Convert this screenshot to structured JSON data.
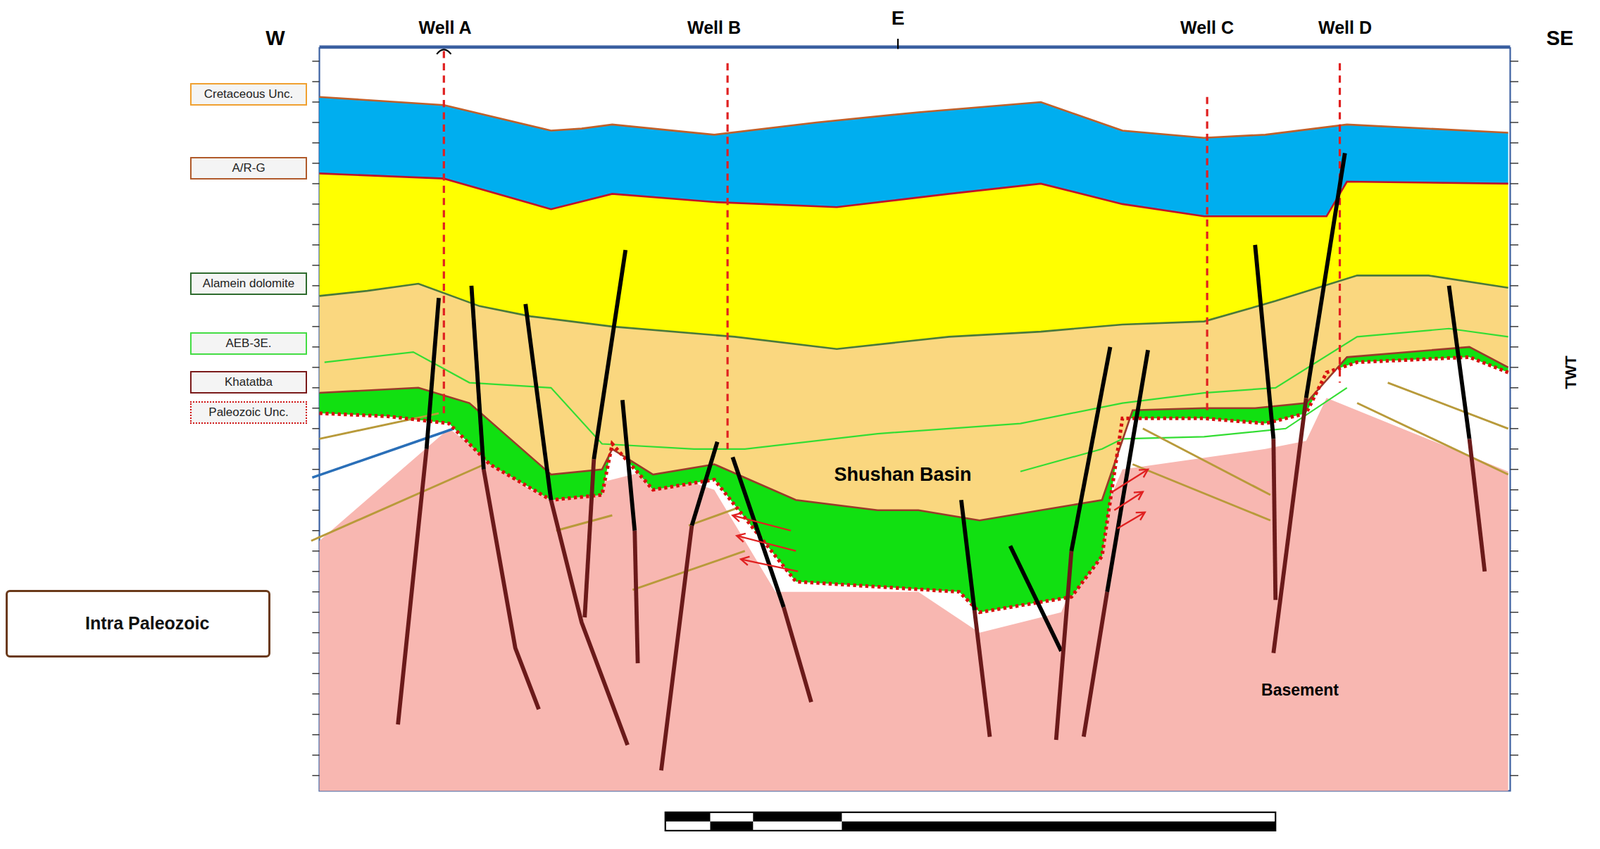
{
  "diagram": {
    "nodes": [
      {
        "text": [
          "Cretaceous Unc."
        ]
      },
      {
        "text": [
          "A/R-G"
        ]
      },
      {
        "text": [
          "Alamein dolomite"
        ]
      },
      {
        "text": [
          "AEB-3E."
        ]
      },
      {
        "text": [
          "Khatatba"
        ]
      },
      {
        "text": [
          "Paleozoic Unc."
        ]
      }
    ],
    "labels": [
      "W",
      "Well A",
      "Well B",
      "E",
      "Well C",
      "Well D",
      "SE",
      "Shushan Basin",
      "Basement",
      "TWT"
    ],
    "legend": [
      {
        "text": "Intra Paleozoic"
      }
    ]
  }
}
